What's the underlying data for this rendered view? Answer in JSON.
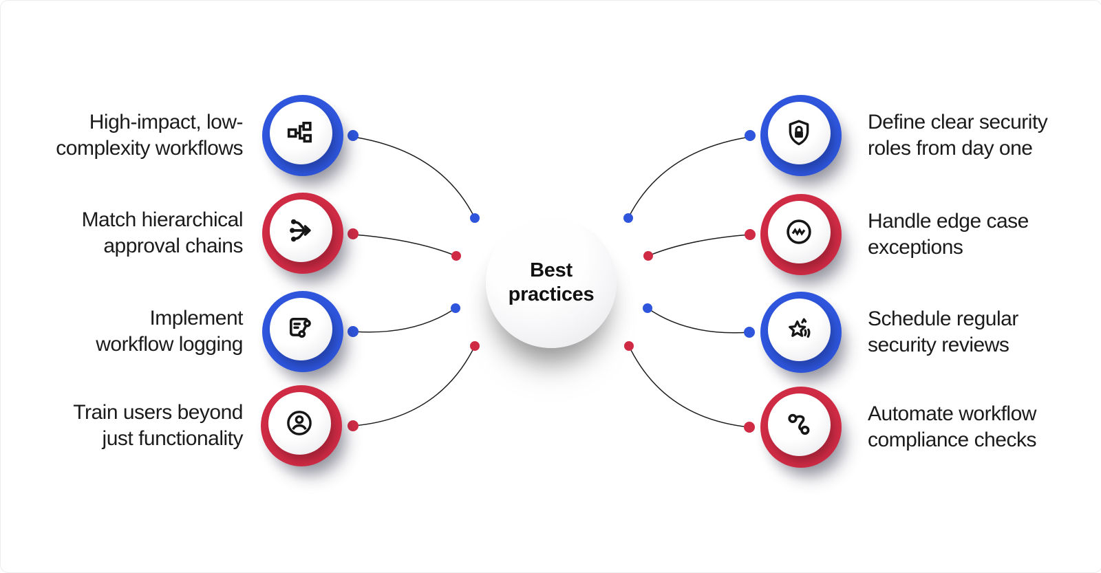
{
  "center": {
    "title": "Best\npractices"
  },
  "colors": {
    "blue": "#2e55dc",
    "red": "#d02b45",
    "text": "#1b1b1b",
    "line": "#1d1d1d"
  },
  "items_left": [
    {
      "label": "High-impact, low-\ncomplexity workflows",
      "color": "blue",
      "icon": "workflow-hierarchy-icon"
    },
    {
      "label": "Match hierarchical\napproval chains",
      "color": "red",
      "icon": "merge-arrows-icon"
    },
    {
      "label": "Implement\nworkflow logging",
      "color": "blue",
      "icon": "workflow-log-icon"
    },
    {
      "label": "Train users beyond\njust functionality",
      "color": "red",
      "icon": "user-icon"
    }
  ],
  "items_right": [
    {
      "label": "Define clear security\nroles from day one",
      "color": "blue",
      "icon": "shield-lock-icon"
    },
    {
      "label": "Handle edge case\nexceptions",
      "color": "red",
      "icon": "zigzag-circle-icon"
    },
    {
      "label": "Schedule regular\nsecurity reviews",
      "color": "blue",
      "icon": "star-review-icon"
    },
    {
      "label": "Automate workflow\ncompliance checks",
      "color": "red",
      "icon": "automation-icon"
    }
  ]
}
